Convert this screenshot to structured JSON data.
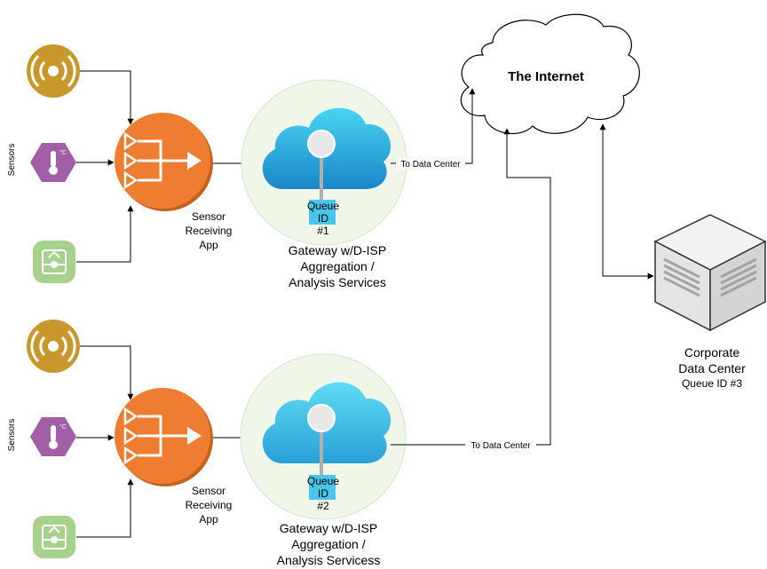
{
  "internet": {
    "label": "The Internet"
  },
  "sensors_label": "Sensors",
  "sensor_app": {
    "line1": "Sensor",
    "line2": "Receiving",
    "line3": "App"
  },
  "gateway1": {
    "queue_line1": "Queue",
    "queue_line2": "ID",
    "queue_line3": "#1",
    "title_line1": "Gateway w/D-ISP",
    "title_line2": "Aggregation /",
    "title_line3": "Analysis Services"
  },
  "gateway2": {
    "queue_line1": "Queue",
    "queue_line2": "ID",
    "queue_line3": "#2",
    "title_line1": "Gateway w/D-ISP",
    "title_line2": "Aggregation /",
    "title_line3": "Analysis Servicess"
  },
  "edge_label": "To Data Center",
  "datacenter": {
    "line1": "Corporate",
    "line2": "Data Center",
    "line3": "Queue ID #3"
  },
  "colors": {
    "antenna": "#c8982c",
    "thermometer": "#a25fa6",
    "gps": "#a9d18e",
    "app": "#ee7d31",
    "cloud_dark": "#1b8ecf",
    "cloud_light": "#48c8ee",
    "queue_tag": "#4ac6ec",
    "halo": "#f1f7e8"
  },
  "icons": [
    "antenna-icon",
    "thermometer-icon",
    "gps-sensor-icon",
    "router-icon",
    "cloud-queue-icon",
    "server-icon"
  ]
}
